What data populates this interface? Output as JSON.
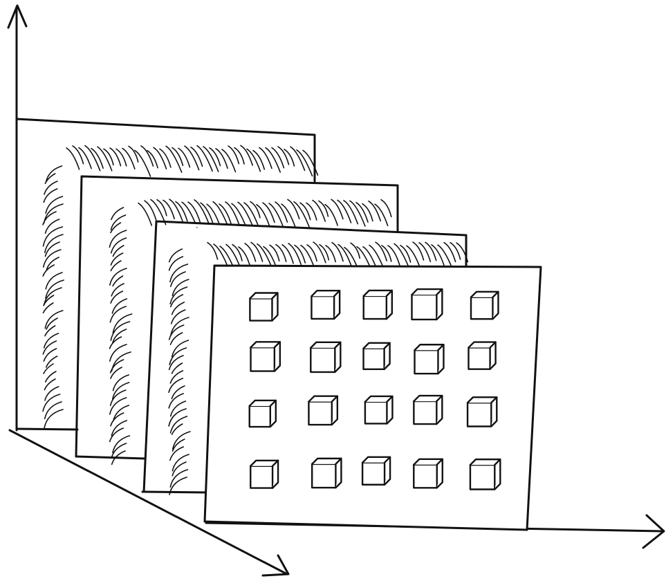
{
  "diagram": {
    "description_free": true,
    "planes": 4,
    "front_grid": {
      "rows": 4,
      "columns": 5
    },
    "ink_color": "#111111",
    "background_color": "#ffffff"
  }
}
